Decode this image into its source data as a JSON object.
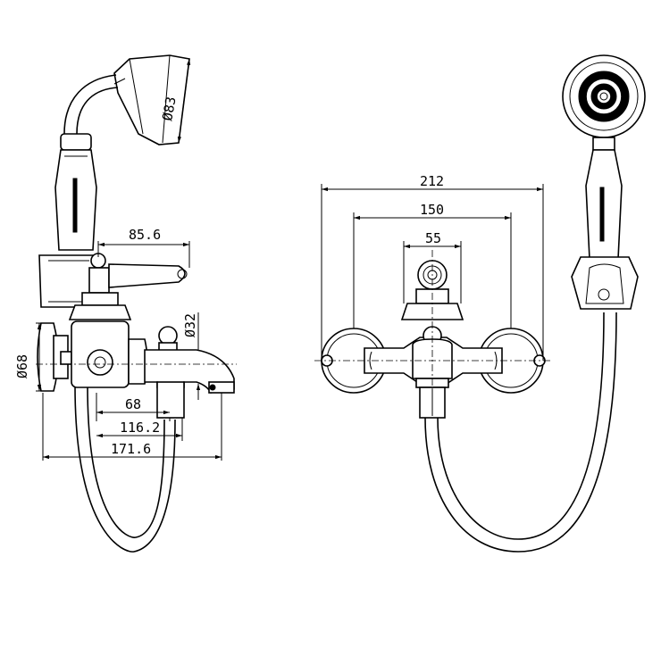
{
  "dimensions": {
    "side_view": {
      "handle_reach": "85.6",
      "head_diameter": "Ø83",
      "spout_diameter": "Ø32",
      "escutcheon_diameter": "Ø68",
      "spout_projection_68": "68",
      "spout_projection_116": "116.2",
      "overall_projection": "171.6"
    },
    "front_view": {
      "overall_width": "212",
      "centers": "150",
      "body_width": "55"
    }
  },
  "colors": {
    "line": "#000000",
    "background": "#ffffff"
  }
}
